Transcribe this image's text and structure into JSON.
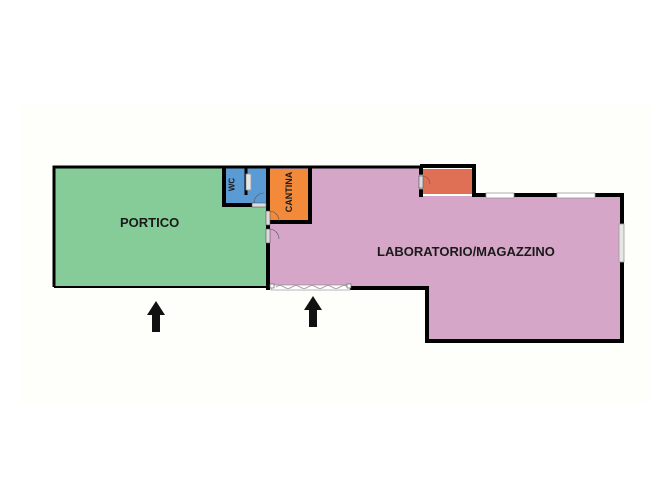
{
  "floorplan": {
    "rooms": [
      {
        "id": "portico",
        "label": "PORTICO",
        "color": "#85CC98"
      },
      {
        "id": "wc",
        "label": "WC",
        "color": "#5B9BD5"
      },
      {
        "id": "cantina",
        "label": "CANTINA",
        "color": "#F28A3A"
      },
      {
        "id": "laboratorio",
        "label": "LABORATORIO/MAGAZZINO",
        "color": "#D5A6C8"
      },
      {
        "id": "ripostiglio",
        "label": "",
        "color": "#E07055"
      }
    ],
    "wall_color": "#000000",
    "background_color": "#FEFEFB",
    "entrance_arrows": [
      {
        "id": "arrow-portico",
        "direction": "up"
      },
      {
        "id": "arrow-laboratorio",
        "direction": "up"
      }
    ]
  }
}
